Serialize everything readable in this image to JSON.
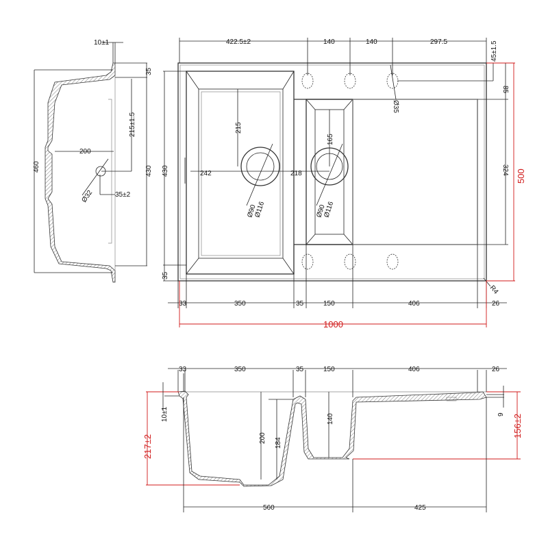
{
  "top_view": {
    "width_total": "1000",
    "depth_total": "500",
    "top_dims": [
      "422.5±2",
      "140",
      "140",
      "297.5"
    ],
    "tap_offset": "45±1.5",
    "tap_row": "85",
    "drainer_depth": "324",
    "bowl_depth": "430",
    "rim_bottom": "35",
    "bowl_center_depth": "215",
    "bowl_center_x": "242",
    "bowl_gap": "218",
    "small_center": "165",
    "drain_large": [
      "Ø90",
      "Ø116"
    ],
    "drain_small": [
      "Ø90",
      "Ø116"
    ],
    "tap_hole": "Ø35",
    "corner_radius": "R4",
    "bottom_dims": [
      "33",
      "350",
      "35",
      "150",
      "406",
      "26"
    ]
  },
  "side_view": {
    "rim": "10±1",
    "top_rim": "35",
    "overall": "460",
    "inner": "430",
    "drain_depth": "215±1.5",
    "drain_offset": "200",
    "overflow": "Ø32",
    "overflow_offset": "35±2"
  },
  "section_view": {
    "top_dims": [
      "33",
      "350",
      "35",
      "150",
      "406",
      "26"
    ],
    "height_total": "217±2",
    "small_height": "156±2",
    "rim": "10±1",
    "bowl_depth": "200",
    "bowl_inner": "184",
    "small_depth": "140",
    "drainer_thk": "9",
    "bottom_dims": [
      "560",
      "425"
    ]
  }
}
